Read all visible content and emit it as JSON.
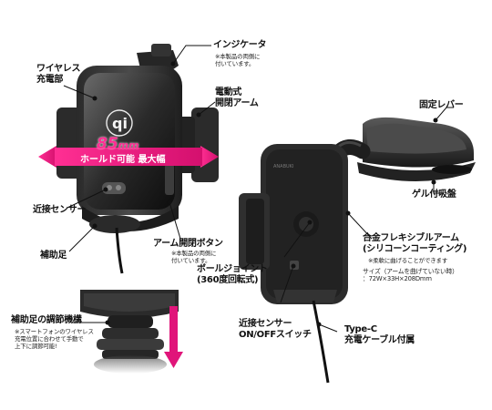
{
  "labels": {
    "wireless_charger": "ワイヤレス\n充電部",
    "indicator": "インジケータ",
    "indicator_note": "※本製品の両側に\n付いています。",
    "motor_arm": "電動式\n開閉アーム",
    "hold_size": "85",
    "hold_unit": "mm",
    "hold_text": "ホールド可能 最大幅",
    "proximity_sensor": "近接センサー",
    "support_foot": "補助足",
    "arm_button": "アーム開閉ボタン",
    "arm_button_note": "※本製品の両側に\n付いています。",
    "fixing_lever": "固定レバー",
    "gel_suction": "ゲル付吸盤",
    "flex_arm": "合金フレキシブルアーム\n(シリコーンコーティング)",
    "flex_arm_note": "※柔軟に曲げることができます",
    "size_line": "サイズ（アームを曲げていない時）\n：72W×33H×208Dmm",
    "ball_joint": "ボールジョイント\n(360度回転式)",
    "sensor_switch": "近接センサー\nON/OFFスイッチ",
    "type_c": "Type-C\n充電ケーブル付属",
    "foot_adjust": "補助足の調節機構",
    "foot_adjust_note": "※スマートフォンのワイヤレス\n充電位置に合わせて手動で\n上下に調節可能!"
  },
  "colors": {
    "accent": "#e0157a",
    "device_dark": "#1b1b1b",
    "device_mid": "#3a3a3a"
  }
}
